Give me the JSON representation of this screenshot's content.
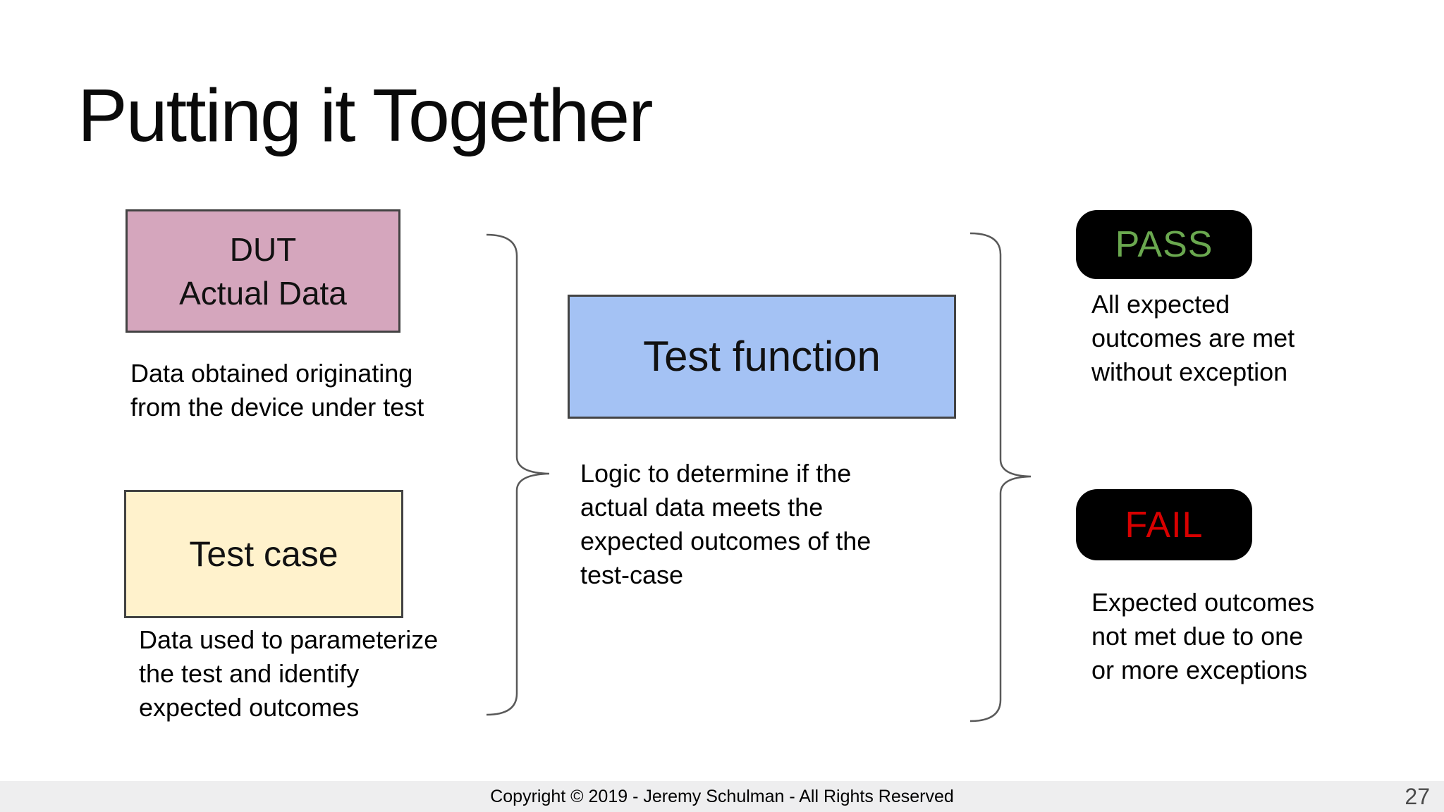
{
  "slide": {
    "title": "Putting it Together",
    "footer_text": "Copyright © 2019 - Jeremy Schulman - All Rights Reserved",
    "page_number": "27"
  },
  "colors": {
    "dut_fill": "#d5a6bd",
    "test_case_fill": "#fff2cc",
    "test_function_fill": "#a4c2f4",
    "badge_fill": "#000000",
    "pass_text": "#6aa84f",
    "fail_text": "#d80000",
    "box_border": "#434343",
    "brace_stroke": "#595959",
    "footer_bar": "#eeeeef"
  },
  "diagram": {
    "dut_box": {
      "lines": [
        "DUT",
        "Actual Data"
      ]
    },
    "dut_desc": {
      "lines": [
        "Data obtained originating",
        "from the device under test"
      ]
    },
    "test_case_box": {
      "label": "Test case"
    },
    "test_case_desc": {
      "lines": [
        "Data used to parameterize",
        "the test and identify",
        "expected outcomes"
      ]
    },
    "test_function_box": {
      "label": "Test function"
    },
    "test_function_desc": {
      "lines": [
        "Logic to determine if the",
        "actual data meets the",
        "expected outcomes of the",
        "test-case"
      ]
    },
    "pass_badge": {
      "label": "PASS"
    },
    "pass_desc": {
      "lines": [
        "All expected",
        "outcomes are met",
        "without exception"
      ]
    },
    "fail_badge": {
      "label": "FAIL"
    },
    "fail_desc": {
      "lines": [
        "Expected outcomes",
        "not met due to one",
        "or more exceptions"
      ]
    }
  }
}
